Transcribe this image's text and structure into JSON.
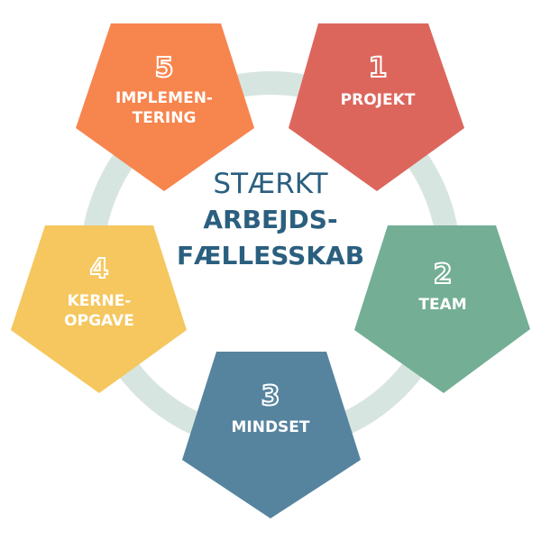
{
  "center": {
    "line1": "STÆRKT",
    "line2": "ARBEJDS-",
    "line3": "FÆLLESSKAB"
  },
  "ring_color": "#d7e5e0",
  "center_color": "#2b5f7f",
  "steps": [
    {
      "number": "1",
      "label_lines": [
        "PROJEKT"
      ],
      "color": "#dd665c"
    },
    {
      "number": "2",
      "label_lines": [
        "TEAM"
      ],
      "color": "#73ae95"
    },
    {
      "number": "3",
      "label_lines": [
        "MINDSET"
      ],
      "color": "#56849f"
    },
    {
      "number": "4",
      "label_lines": [
        "KERNE-",
        "OPGAVE"
      ],
      "color": "#f5c75e"
    },
    {
      "number": "5",
      "label_lines": [
        "IMPLEMEN-",
        "TERING"
      ],
      "color": "#f7854e"
    }
  ]
}
